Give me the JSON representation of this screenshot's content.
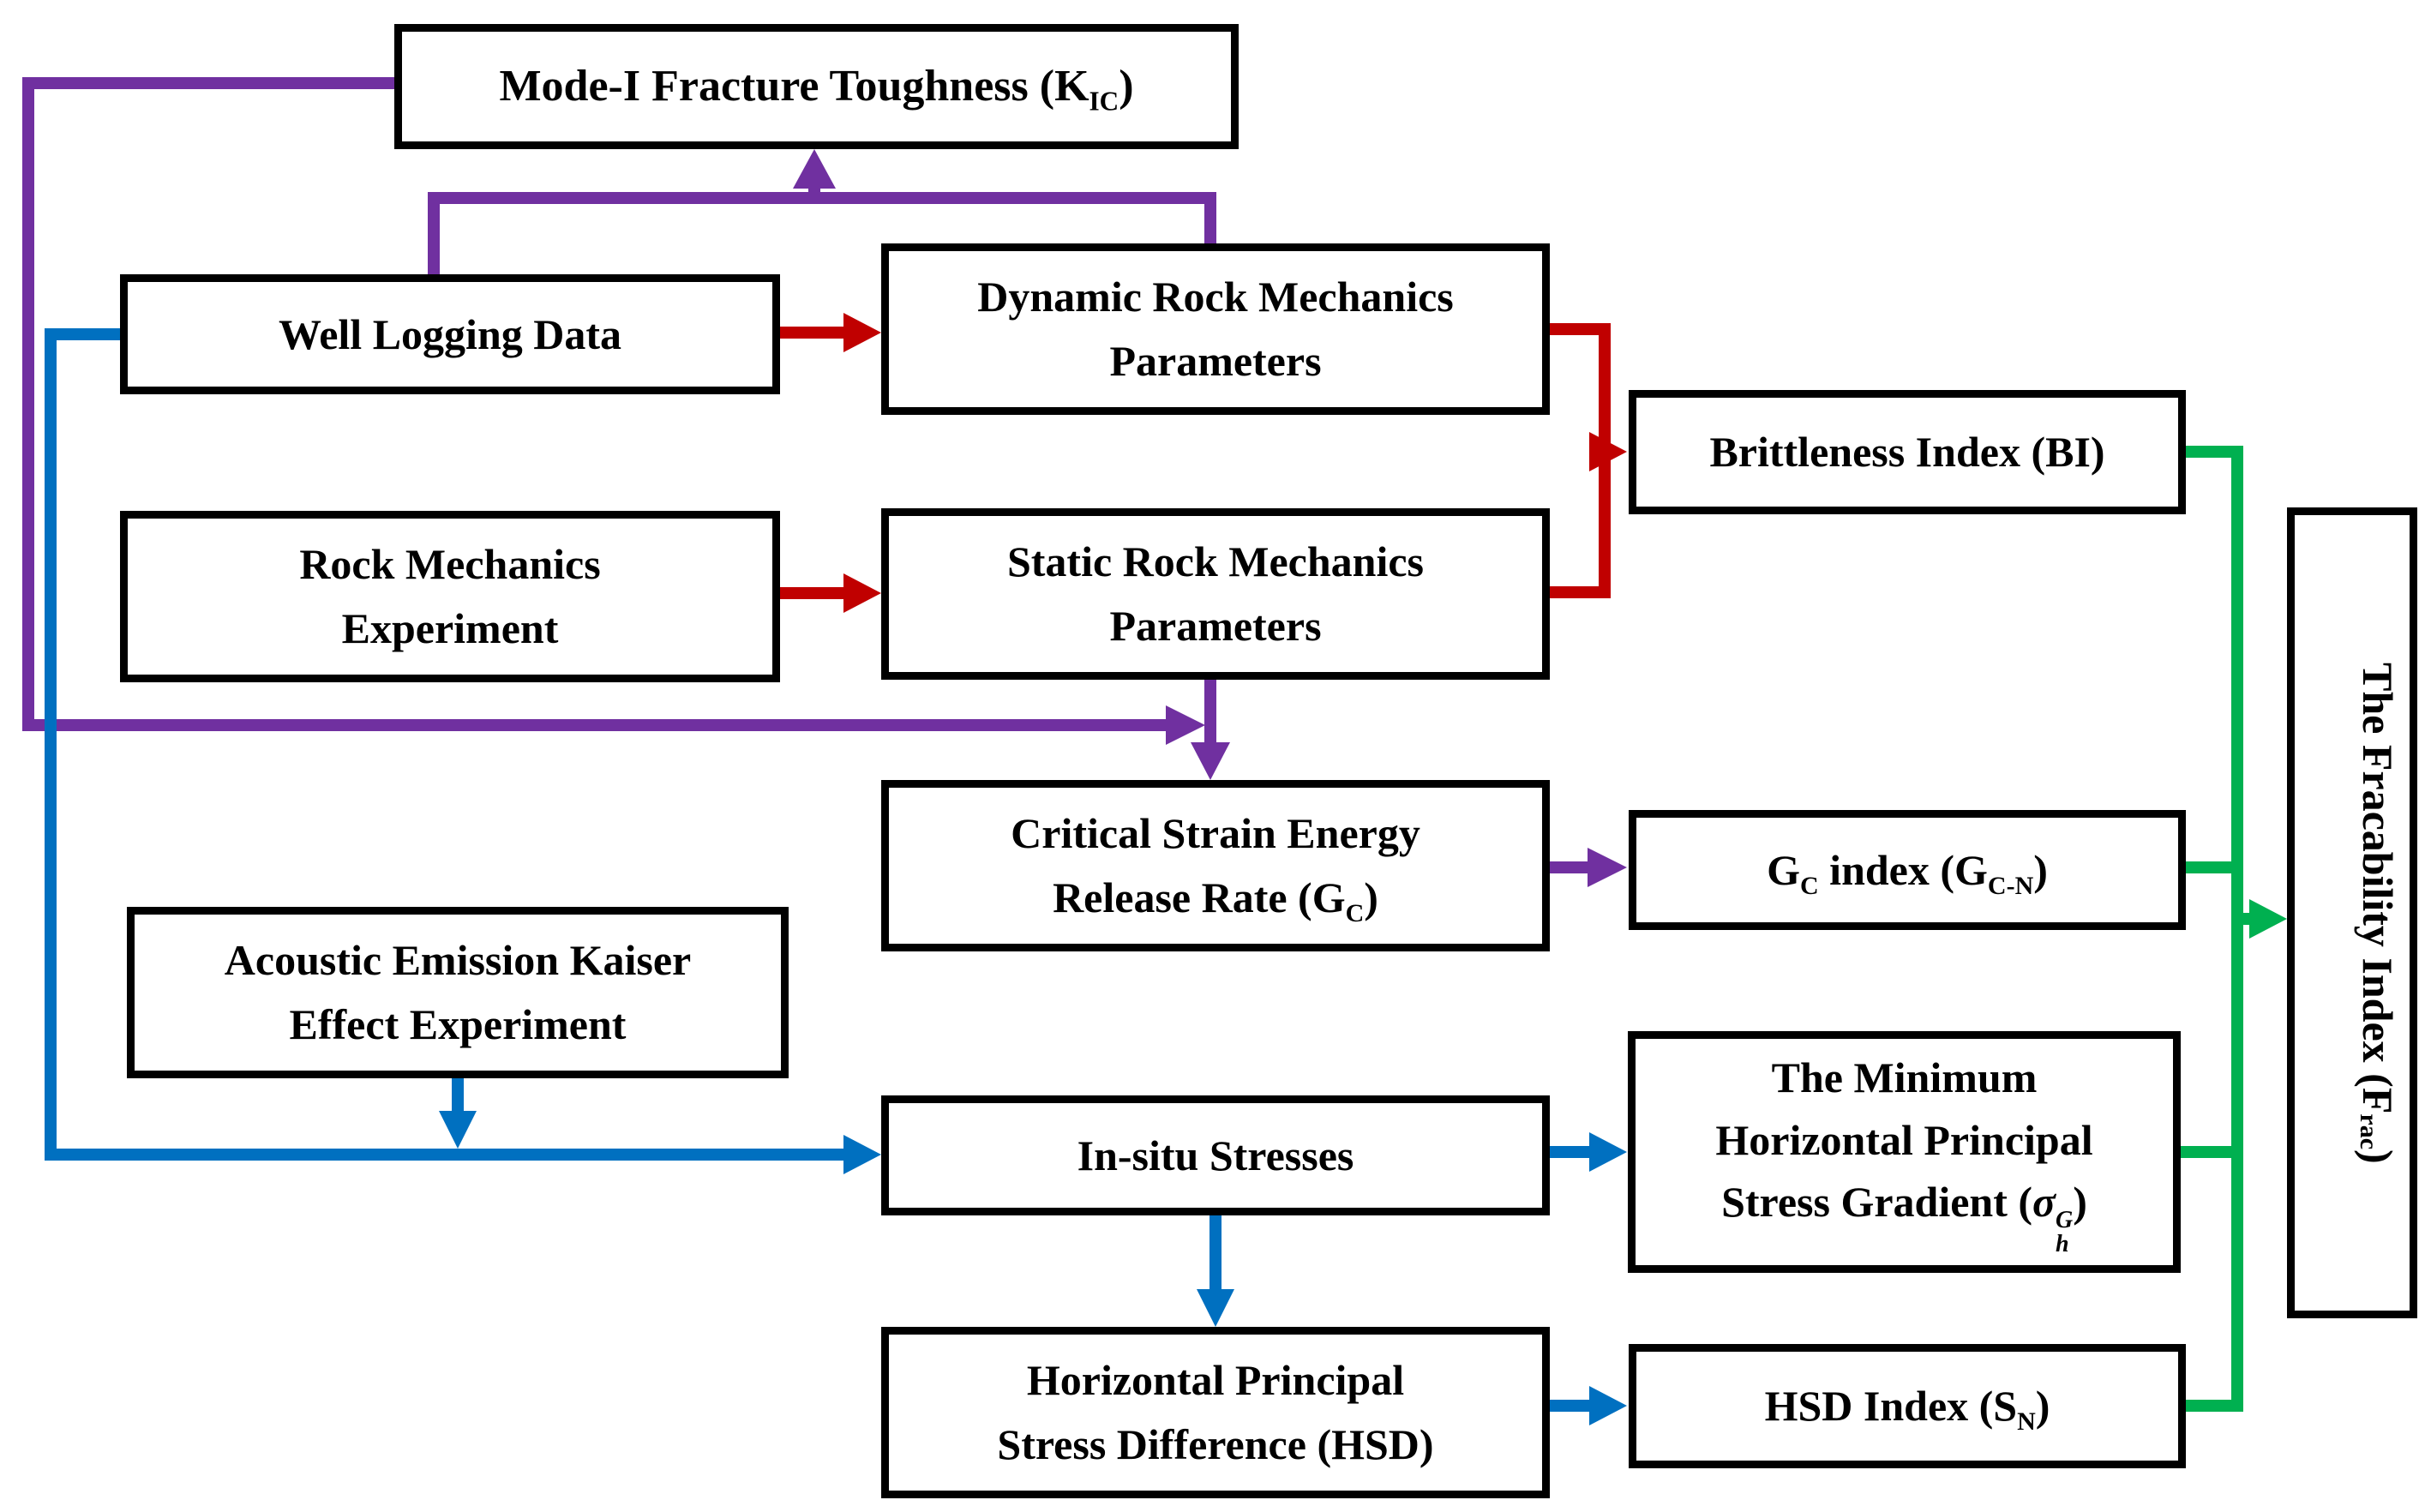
{
  "diagram": {
    "colors": {
      "red": "#C00000",
      "purple": "#7030A0",
      "blue": "#0070C0",
      "green": "#00B050",
      "box_border": "#000000",
      "box_fill": "#FFFFFF"
    },
    "nodes": {
      "mode1": {
        "label_plain": "Mode-I Fracture Toughness (KIC)",
        "segments": [
          {
            "t": "Mode-I Fracture Toughness (K"
          },
          {
            "t": "IC",
            "sub": true
          },
          {
            "t": ")"
          }
        ]
      },
      "well": {
        "label_plain": "Well Logging Data",
        "segments": [
          {
            "t": "Well Logging Data"
          }
        ]
      },
      "dynamic": {
        "label_plain": "Dynamic Rock Mechanics Parameters",
        "segments": [
          {
            "t": "Dynamic Rock Mechanics"
          },
          {
            "br": true
          },
          {
            "t": "Parameters"
          }
        ]
      },
      "rockexp": {
        "label_plain": "Rock Mechanics Experiment",
        "segments": [
          {
            "t": "Rock Mechanics"
          },
          {
            "br": true
          },
          {
            "t": "Experiment"
          }
        ]
      },
      "static": {
        "label_plain": "Static Rock Mechanics Parameters",
        "segments": [
          {
            "t": "Static Rock Mechanics"
          },
          {
            "br": true
          },
          {
            "t": "Parameters"
          }
        ]
      },
      "bi": {
        "label_plain": "Brittleness Index (BI)",
        "segments": [
          {
            "t": "Brittleness Index (BI)"
          }
        ]
      },
      "critical": {
        "label_plain": "Critical Strain Energy Release Rate (GC)",
        "segments": [
          {
            "t": "Critical Strain Energy"
          },
          {
            "br": true
          },
          {
            "t": "Release Rate (G"
          },
          {
            "t": "C",
            "sub": true
          },
          {
            "t": ")"
          }
        ]
      },
      "gc": {
        "label_plain": "GC index (GC-N)",
        "segments": [
          {
            "t": "G"
          },
          {
            "t": "C",
            "sub": true
          },
          {
            "t": " index (G"
          },
          {
            "t": "C-N",
            "sub": true
          },
          {
            "t": ")"
          }
        ]
      },
      "acoustic": {
        "label_plain": "Acoustic Emission Kaiser Effect Experiment",
        "segments": [
          {
            "t": "Acoustic Emission Kaiser"
          },
          {
            "br": true
          },
          {
            "t": "Effect Experiment"
          }
        ]
      },
      "insitu": {
        "label_plain": "In-situ Stresses",
        "segments": [
          {
            "t": "In-situ Stresses"
          }
        ]
      },
      "minh": {
        "label_plain": "The Minimum Horizontal Principal Stress Gradient (σhG)",
        "segments": [
          {
            "t": "The Minimum"
          },
          {
            "br": true
          },
          {
            "t": "Horizontal Principal"
          },
          {
            "br": true
          },
          {
            "t": "Stress Gradient ("
          },
          {
            "t": "σ",
            "italic": true
          },
          {
            "stack": {
              "sup": "G",
              "sub": "h"
            }
          },
          {
            "t": ")"
          }
        ]
      },
      "hsd": {
        "label_plain": "Horizontal Principal Stress Difference (HSD)",
        "segments": [
          {
            "t": "Horizontal Principal"
          },
          {
            "br": true
          },
          {
            "t": "Stress Difference (HSD)"
          }
        ]
      },
      "hsdx": {
        "label_plain": "HSD Index (SN)",
        "segments": [
          {
            "t": "HSD Index (S"
          },
          {
            "t": "N",
            "sub": true
          },
          {
            "t": ")"
          }
        ]
      },
      "frac": {
        "label_plain": "The Fracability Index (Frac)",
        "segments": [
          {
            "t": "The Fracability Index (F"
          },
          {
            "t": "rac",
            "sub": true
          },
          {
            "t": ")"
          }
        ]
      }
    },
    "connections": [
      {
        "from": "well",
        "to": "mode1",
        "color": "purple"
      },
      {
        "from": "dynamic",
        "to": "mode1",
        "color": "purple"
      },
      {
        "from": "mode1",
        "to": "critical",
        "color": "purple"
      },
      {
        "from": "static",
        "to": "critical",
        "color": "purple"
      },
      {
        "from": "critical",
        "to": "gc",
        "color": "purple"
      },
      {
        "from": "well",
        "to": "dynamic",
        "color": "red"
      },
      {
        "from": "rockexp",
        "to": "static",
        "color": "red"
      },
      {
        "from": "dynamic",
        "to": "bi",
        "color": "red"
      },
      {
        "from": "static",
        "to": "bi",
        "color": "red"
      },
      {
        "from": "well",
        "to": "insitu",
        "color": "blue"
      },
      {
        "from": "acoustic",
        "to": "insitu",
        "color": "blue"
      },
      {
        "from": "insitu",
        "to": "minh",
        "color": "blue"
      },
      {
        "from": "insitu",
        "to": "hsd",
        "color": "blue"
      },
      {
        "from": "hsd",
        "to": "hsdx",
        "color": "blue"
      },
      {
        "from": "bi",
        "to": "frac",
        "color": "green"
      },
      {
        "from": "gc",
        "to": "frac",
        "color": "green"
      },
      {
        "from": "minh",
        "to": "frac",
        "color": "green"
      },
      {
        "from": "hsdx",
        "to": "frac",
        "color": "green"
      }
    ]
  }
}
